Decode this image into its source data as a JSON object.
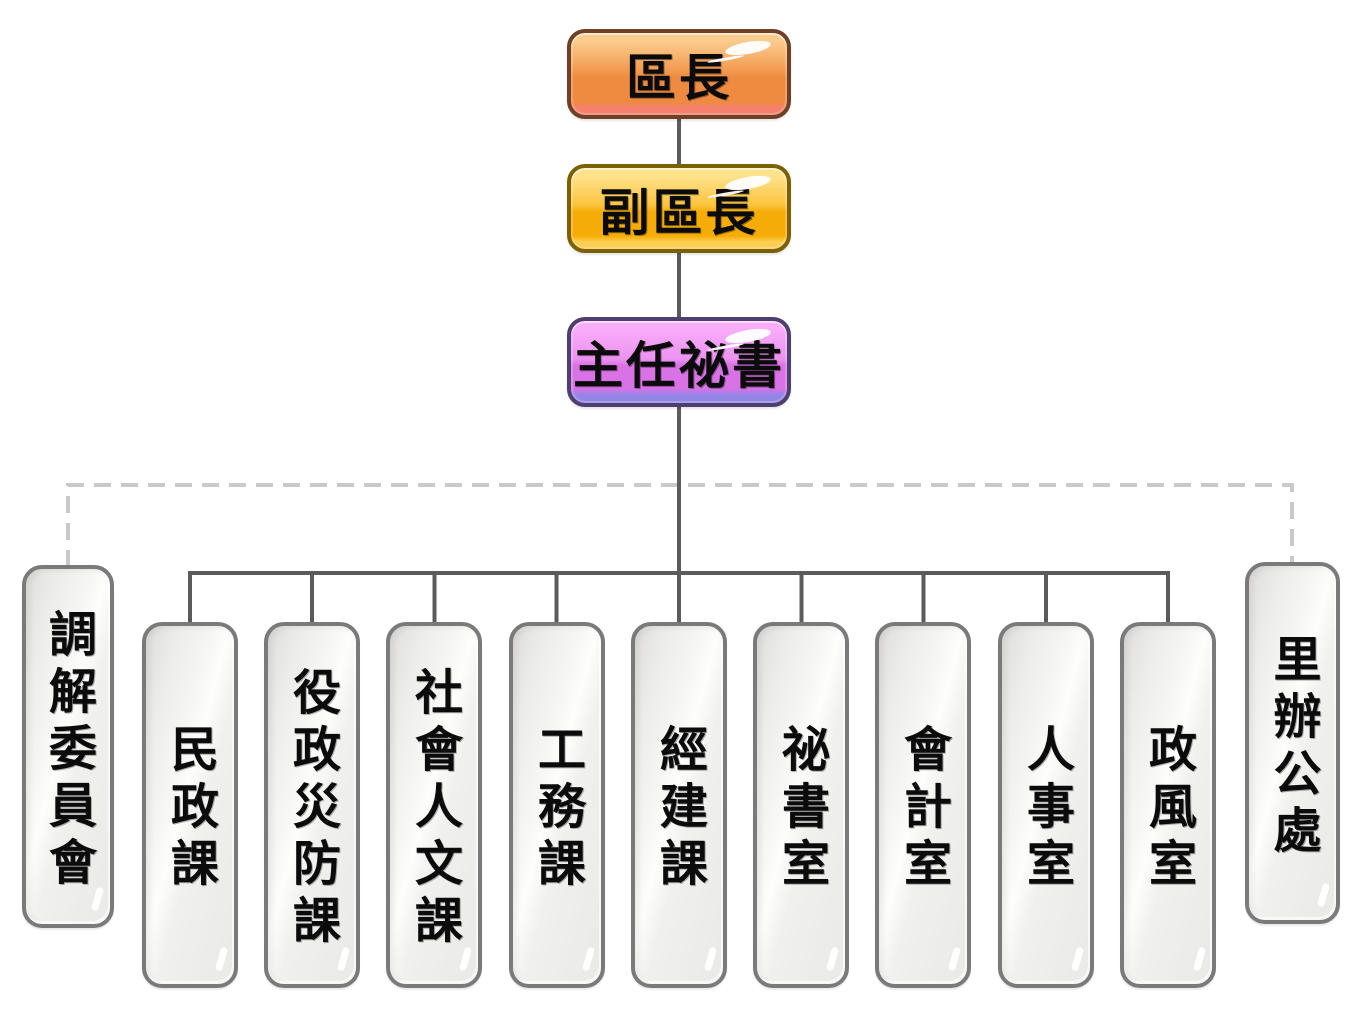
{
  "org_chart": {
    "leadership": [
      {
        "id": "district-chief",
        "label": "區長"
      },
      {
        "id": "deputy-district-chief",
        "label": "副區長"
      },
      {
        "id": "chief-secretary",
        "label": "主任祕書"
      }
    ],
    "departments": [
      "民政課",
      "役政災防課",
      "社會人文課",
      "工務課",
      "經建課",
      "祕書室",
      "會計室",
      "人事室",
      "政風室"
    ],
    "affiliated_units": [
      {
        "id": "mediation-committee",
        "label": "調解委員會",
        "position": "left",
        "link_style": "dashed"
      },
      {
        "id": "village-offices",
        "label": "里辦公處",
        "position": "right",
        "link_style": "dashed"
      }
    ],
    "theme": {
      "chief-top": "#fccb8e",
      "chief-mid": "#f29a4f",
      "chief-deep": "#ee8b40",
      "chief-lip": "#f5806e",
      "chief-border": "#6e4126",
      "deputy-top": "#fee38c",
      "deputy-mid": "#fbc33c",
      "deputy-deep": "#f6ac06",
      "deputy-lip": "#fcce52",
      "deputy-border": "#7c6005",
      "secretary-top": "#f8acfa",
      "secretary-mid": "#ec93f0",
      "secretary-deep": "#d972e5",
      "secretary-lip": "#9185e6",
      "secretary-border": "#4f3f70",
      "dept-fill": "#f0f0ee",
      "dept-edge": "#dedddb",
      "dept-border": "#7a7a7a",
      "line-solid": "#5b5b5b",
      "line-dashed": "#c9c9c9"
    }
  }
}
